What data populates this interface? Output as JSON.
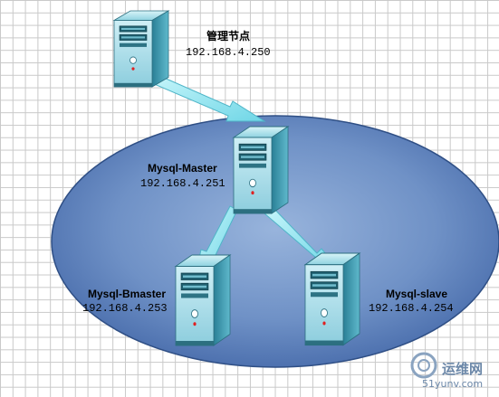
{
  "nodes": {
    "manager": {
      "name": "管理节点",
      "ip": "192.168.4.250"
    },
    "master": {
      "name": "Mysql-Master",
      "ip": "192.168.4.251"
    },
    "bmaster": {
      "name": "Mysql-Bmaster",
      "ip": "192.168.4.253"
    },
    "slave": {
      "name": "Mysql-slave",
      "ip": "192.168.4.254"
    }
  },
  "watermark": {
    "line1": "运维网",
    "line2": "51yunv.com"
  },
  "colors": {
    "cluster_fill_center": "#7f9fd0",
    "cluster_fill_edge": "#4a6fae",
    "arrow_fill": "#8fe3ee",
    "server_body": "#2f8fa6",
    "server_front": "#bfe9f2"
  }
}
